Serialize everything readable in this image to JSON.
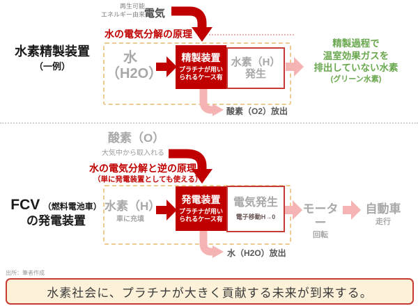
{
  "colors": {
    "dark_red": "#c00000",
    "pink": "#f5b3b3",
    "green": "#6aa84f",
    "gray": "#a8a8a8",
    "dashed_border": "#ecca90",
    "banner_bg": "#fdf2d9",
    "banner_border": "#c63a32"
  },
  "section1": {
    "title": "水素精製装置",
    "title_note": "（一例）",
    "renewable_line1": "再生可能",
    "renewable_line2": "エネルギー由来",
    "electricity": "電気",
    "principle": "水の電気分解の原理",
    "water_line1": "水",
    "water_line2": "（H2O）",
    "device": "精製装置",
    "device_note_line1": "プラチナが用い",
    "device_note_line2": "られるケース有",
    "output_line1": "水素（H）",
    "output_line2": "発生",
    "green_line1": "精製過程で",
    "green_line2": "温室効果ガスを",
    "green_line3": "排出していない水素",
    "green_line4": "(グリーン水素)",
    "oxygen_release": "酸素（O2）放出"
  },
  "section2": {
    "title_main": "FCV",
    "title_paren": "（燃料電池車）",
    "title_line2": "の発電装置",
    "oxygen": "酸素（O）",
    "oxygen_note": "大気中から取入れる",
    "principle": "水の電気分解と逆の原理",
    "principle_note": "（単に発電装置としても使える）",
    "hydrogen": "水素（H）",
    "hydrogen_note": "車に充填",
    "device": "発電装置",
    "device_note_line1": "プラチナが用い",
    "device_note_line2": "られるケース有",
    "output_line1": "電気発生",
    "output_line2": "電子移動H→0",
    "motor": "モーター",
    "motor_note": "回転",
    "car": "自動車",
    "car_note": "走行",
    "water_release": "水（H2O）放出"
  },
  "footer": {
    "source": "出所：筆者作成",
    "banner": "水素社会に、プラチナが大きく貢献する未来が到来する。"
  }
}
